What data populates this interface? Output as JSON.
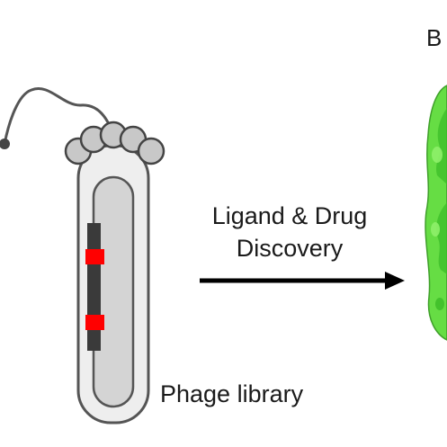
{
  "arrow_label": {
    "line1": "Ligand & Drug",
    "line2": "Discovery"
  },
  "library_label": "Phage library",
  "panel_letter": "B",
  "colors": {
    "phage_outline": "#555555",
    "phage_fill": "#eeeeee",
    "phage_inner_fill": "#d4d4d4",
    "capsid_bead": "#c8c8c8",
    "genome_bar": "#3a3a3a",
    "insert_marker": "#ff0000",
    "arrow": "#000000",
    "protein_green": "#66dd44"
  }
}
